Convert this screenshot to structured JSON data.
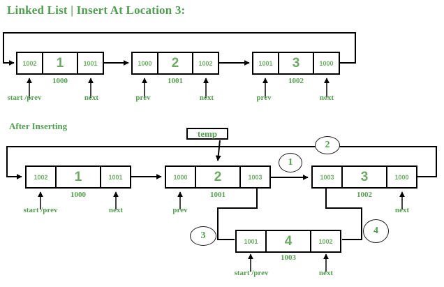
{
  "title": "Linked List | Insert At Location 3:",
  "after_heading": "After Inserting",
  "temp_label": "temp",
  "colors": {
    "heading_green": "#4f9d4f",
    "label_green": "#55a050",
    "value_green": "#6caa64",
    "line": "#000000"
  },
  "before": {
    "nodes": [
      {
        "prev": "1002",
        "value": "1",
        "next": "1001",
        "address": "1000",
        "left_label": "start /prev",
        "right_label": "next"
      },
      {
        "prev": "1000",
        "value": "2",
        "next": "1002",
        "address": "1001",
        "left_label": "prev",
        "right_label": "next"
      },
      {
        "prev": "1001",
        "value": "3",
        "next": "1000",
        "address": "1002",
        "left_label": "prev",
        "right_label": "next"
      }
    ]
  },
  "after": {
    "nodes": [
      {
        "prev": "1002",
        "value": "1",
        "next": "1001",
        "address": "1000",
        "left_label": "start /prev",
        "right_label": "next"
      },
      {
        "prev": "1000",
        "value": "2",
        "next": "1003",
        "address": "1001",
        "left_label": "prev"
      },
      {
        "prev": "1003",
        "value": "3",
        "next": "1000",
        "address": "1002",
        "right_label": "next"
      },
      {
        "prev": "1001",
        "value": "4",
        "next": "1002",
        "address": "1003",
        "left_label": "start /prev",
        "right_label": "next"
      }
    ],
    "step_badges": [
      "1",
      "2",
      "3",
      "4"
    ]
  }
}
